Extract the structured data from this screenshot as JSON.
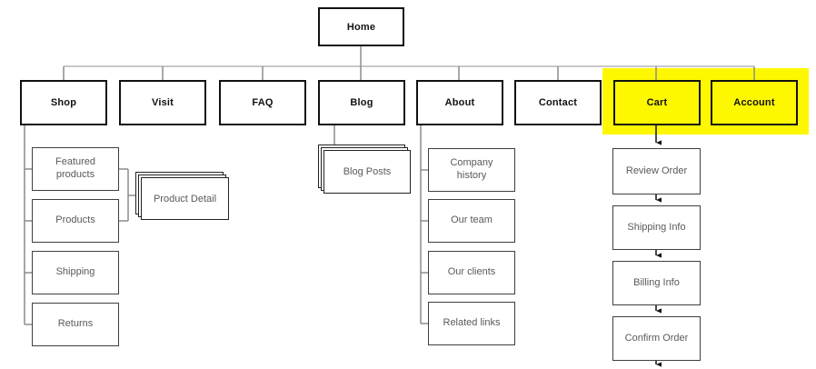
{
  "root": {
    "label": "Home"
  },
  "nav": {
    "items": [
      {
        "label": "Shop",
        "highlighted": false
      },
      {
        "label": "Visit",
        "highlighted": false
      },
      {
        "label": "FAQ",
        "highlighted": false
      },
      {
        "label": "Blog",
        "highlighted": false
      },
      {
        "label": "About",
        "highlighted": false
      },
      {
        "label": "Contact",
        "highlighted": false
      },
      {
        "label": "Cart",
        "highlighted": true
      },
      {
        "label": "Account",
        "highlighted": true
      }
    ]
  },
  "shop": {
    "children": [
      {
        "label": "Featured products"
      },
      {
        "label": "Products"
      },
      {
        "label": "Shipping"
      },
      {
        "label": "Returns"
      }
    ],
    "detail": {
      "label": "Product Detail"
    }
  },
  "blog": {
    "children": [
      {
        "label": "Blog Posts"
      }
    ]
  },
  "about": {
    "children": [
      {
        "label": "Company history"
      },
      {
        "label": "Our team"
      },
      {
        "label": "Our clients"
      },
      {
        "label": "Related links"
      }
    ]
  },
  "cart": {
    "flow": [
      {
        "label": "Review Order"
      },
      {
        "label": "Shipping Info"
      },
      {
        "label": "Billing Info"
      },
      {
        "label": "Confirm Order"
      }
    ]
  },
  "colors": {
    "highlight": "#fdf800",
    "node_border": "#111111",
    "sub_border": "#3f3f3f",
    "sub_text": "#595959",
    "connector": "#8c8c8c",
    "spine": "#b5b5b5",
    "arrow": "#111111"
  }
}
